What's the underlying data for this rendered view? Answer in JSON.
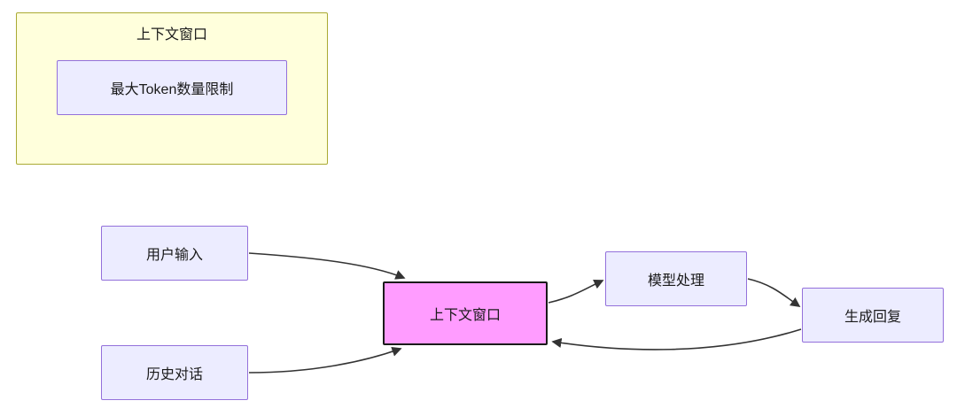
{
  "diagram": {
    "subgraph": {
      "title": "上下文窗口",
      "node_label": "最大Token数量限制"
    },
    "nodes": {
      "user_input": "用户输入",
      "history_dialog": "历史对话",
      "context_window": "上下文窗口",
      "model_processing": "模型处理",
      "generate_reply": "生成回复"
    },
    "edges": [
      "用户输入 -> 上下文窗口",
      "历史对话 -> 上下文窗口",
      "上下文窗口 -> 模型处理",
      "模型处理 -> 生成回复",
      "生成回复 -> 上下文窗口"
    ]
  },
  "colors": {
    "subgraph_fill": "#ffffdc",
    "subgraph_border": "#aaaa33",
    "node_fill": "#ececff",
    "node_border": "#9370db",
    "highlight_fill": "#ff9cff",
    "highlight_border": "#1a1a1a",
    "edge_stroke": "#333333"
  }
}
